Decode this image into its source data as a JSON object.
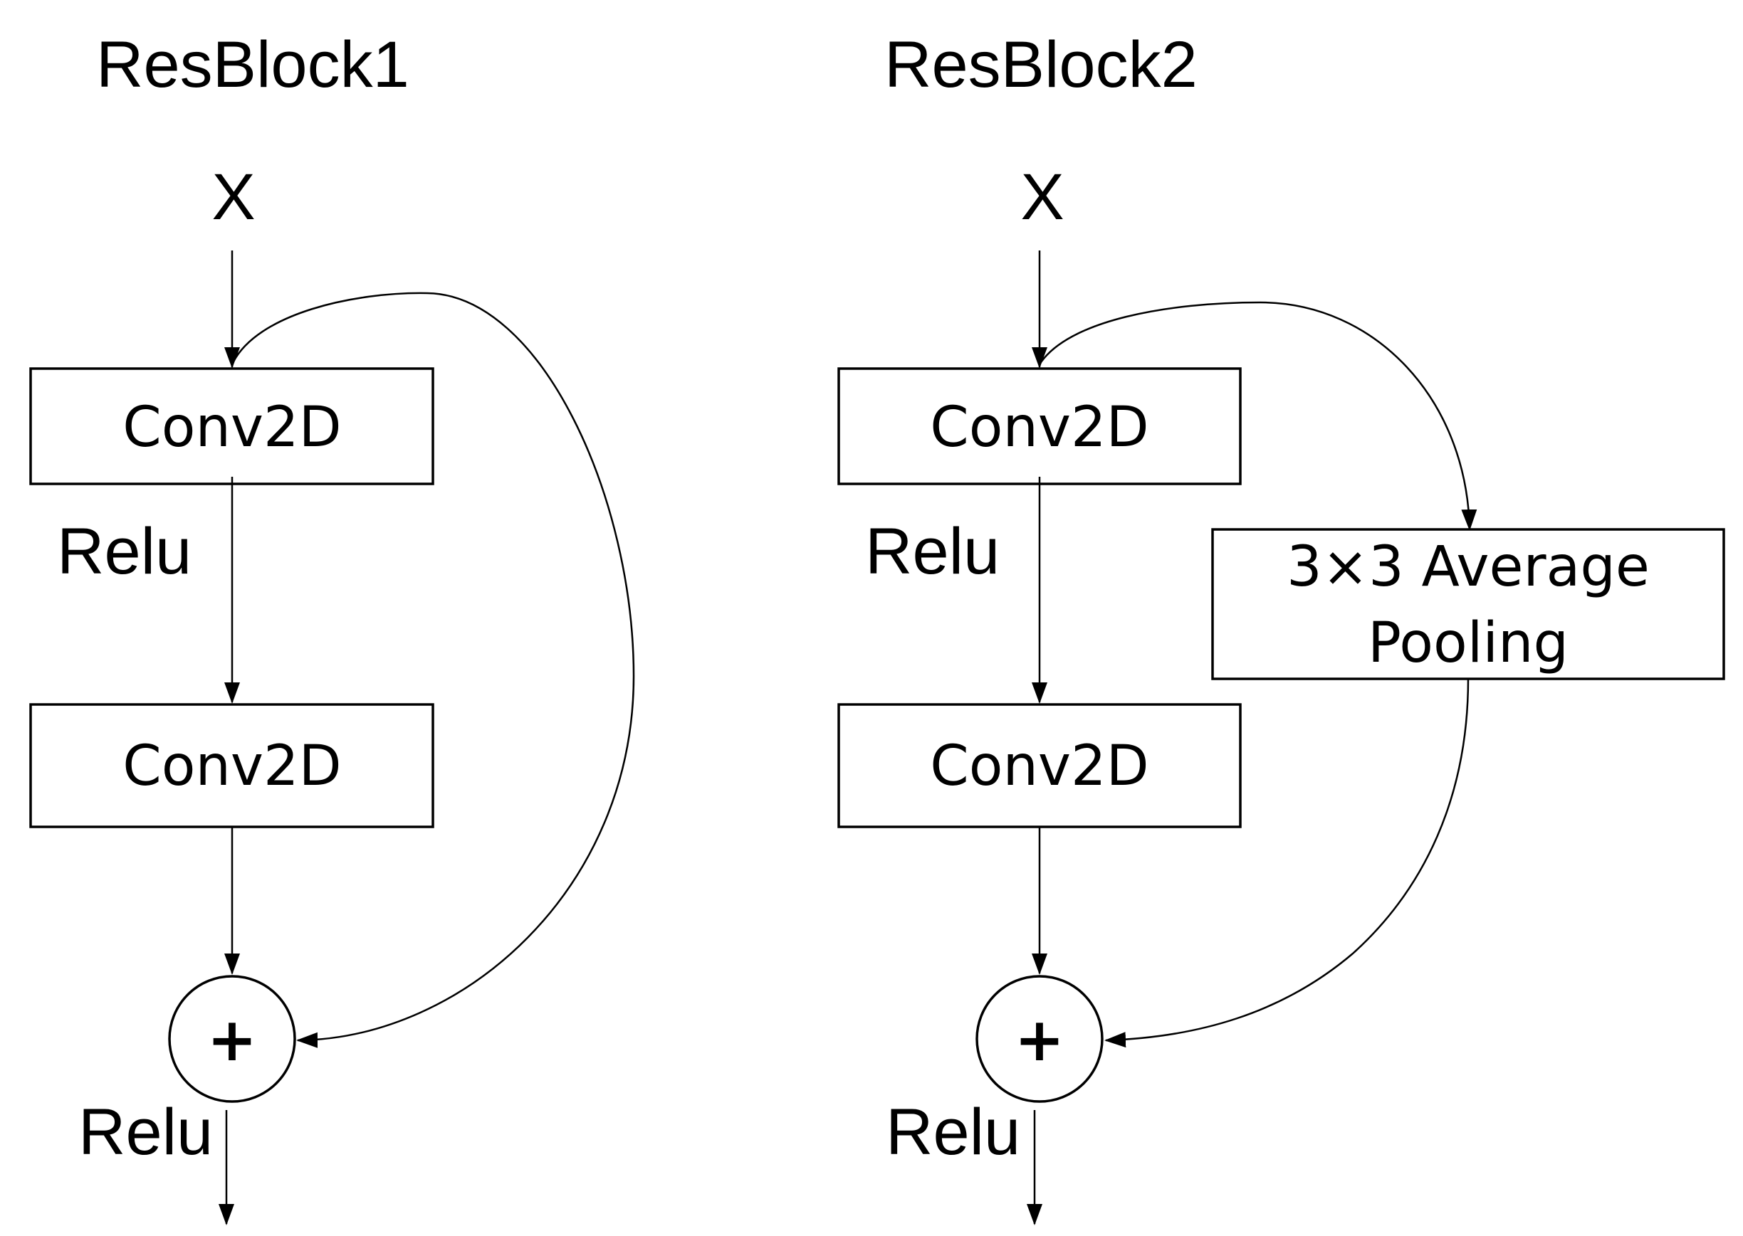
{
  "diagram": {
    "block1": {
      "title": "ResBlock1",
      "input_label": "X",
      "conv1_label": "Conv2D",
      "relu1_label": "Relu",
      "conv2_label": "Conv2D",
      "add_label": "+",
      "relu2_label": "Relu"
    },
    "block2": {
      "title": "ResBlock2",
      "input_label": "X",
      "conv1_label": "Conv2D",
      "relu1_label": "Relu",
      "conv2_label": "Conv2D",
      "pool_label_line1": "3×3 Average",
      "pool_label_line2": "Pooling",
      "add_label": "+",
      "relu2_label": "Relu"
    },
    "colors": {
      "stroke": "#000000",
      "background": "#ffffff"
    }
  }
}
